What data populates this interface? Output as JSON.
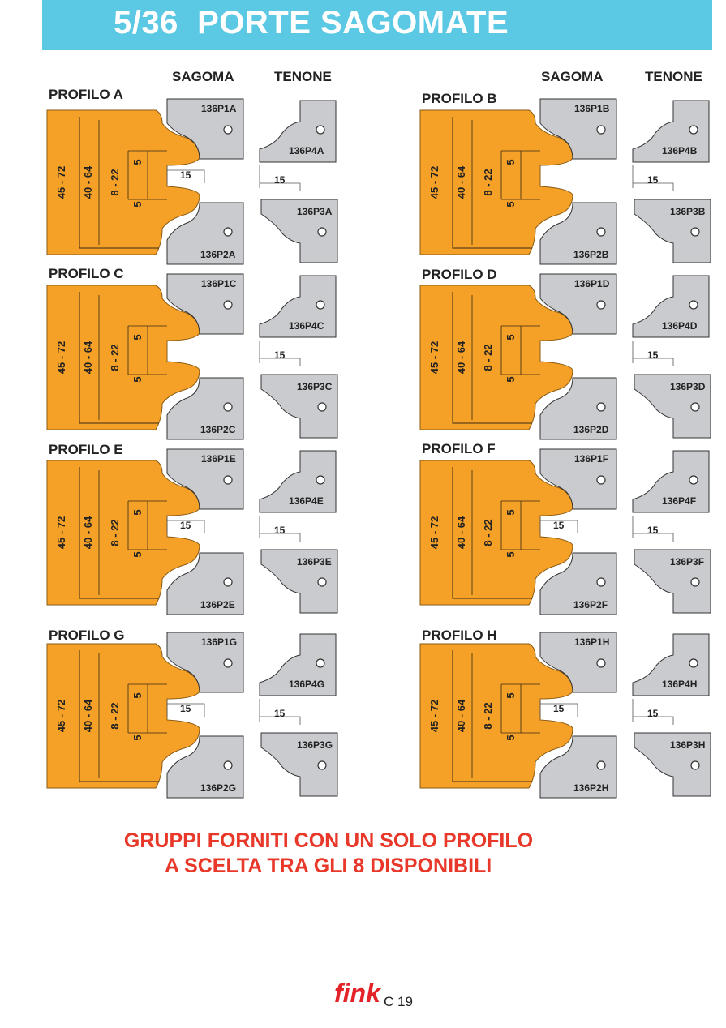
{
  "header": {
    "title": "5/36  PORTE SAGOMATE",
    "bg_color": "#5bc8e4"
  },
  "column_headers": {
    "sagoma": "SAGOMA",
    "tenone": "TENONE"
  },
  "profiles": [
    {
      "title": "PROFILO A",
      "dims": [
        "45 - 72",
        "40 - 64",
        "8 - 22",
        "5",
        "5"
      ],
      "sag_top": "136P1A",
      "sag_bot": "136P2A",
      "ten_top": "136P4A",
      "ten_bot": "136P3A",
      "width_label": "15",
      "ten_width_label": "15"
    },
    {
      "title": "PROFILO B",
      "dims": [
        "45 - 72",
        "40 - 64",
        "8 - 22",
        "5",
        "5"
      ],
      "sag_top": "136P1B",
      "sag_bot": "136P2B",
      "ten_top": "136P4B",
      "ten_bot": "136P3B",
      "width_label": "",
      "ten_width_label": "15"
    },
    {
      "title": "PROFILO C",
      "dims": [
        "45 - 72",
        "40 - 64",
        "8 - 22",
        "5",
        "5"
      ],
      "sag_top": "136P1C",
      "sag_bot": "136P2C",
      "ten_top": "136P4C",
      "ten_bot": "136P3C",
      "width_label": "",
      "ten_width_label": "15"
    },
    {
      "title": "PROFILO D",
      "dims": [
        "45 - 72",
        "40 - 64",
        "8 - 22",
        "5",
        "5"
      ],
      "sag_top": "136P1D",
      "sag_bot": "136P2D",
      "ten_top": "136P4D",
      "ten_bot": "136P3D",
      "width_label": "",
      "ten_width_label": "15"
    },
    {
      "title": "PROFILO E",
      "dims": [
        "45 - 72",
        "40 - 64",
        "8 - 22",
        "5",
        "5"
      ],
      "sag_top": "136P1E",
      "sag_bot": "136P2E",
      "ten_top": "136P4E",
      "ten_bot": "136P3E",
      "width_label": "15",
      "ten_width_label": "15"
    },
    {
      "title": "PROFILO F",
      "dims": [
        "45 - 72",
        "40 - 64",
        "8 - 22",
        "5",
        "5"
      ],
      "sag_top": "136P1F",
      "sag_bot": "136P2F",
      "ten_top": "136P4F",
      "ten_bot": "136P3F",
      "width_label": "15",
      "ten_width_label": "15"
    },
    {
      "title": "PROFILO G",
      "dims": [
        "45 - 72",
        "40 - 64",
        "8 - 22",
        "5",
        "5"
      ],
      "sag_top": "136P1G",
      "sag_bot": "136P2G",
      "ten_top": "136P4G",
      "ten_bot": "136P3G",
      "width_label": "15",
      "ten_width_label": "15"
    },
    {
      "title": "PROFILO H",
      "dims": [
        "45 - 72",
        "40 - 64",
        "8 - 22",
        "5",
        "5"
      ],
      "sag_top": "136P1H",
      "sag_bot": "136P2H",
      "ten_top": "136P4H",
      "ten_bot": "136P3H",
      "width_label": "15",
      "ten_width_label": "15"
    }
  ],
  "footer_note": {
    "line1": "GRUPPI FORNITI CON UN SOLO PROFILO",
    "line2": "A SCELTA TRA GLI 8 DISPONIBILI"
  },
  "logo": {
    "text": "fink"
  },
  "page_number": "C 19",
  "colors": {
    "wood": "#f5a128",
    "cutter": "#c9cbce",
    "note": "#e8382a"
  }
}
